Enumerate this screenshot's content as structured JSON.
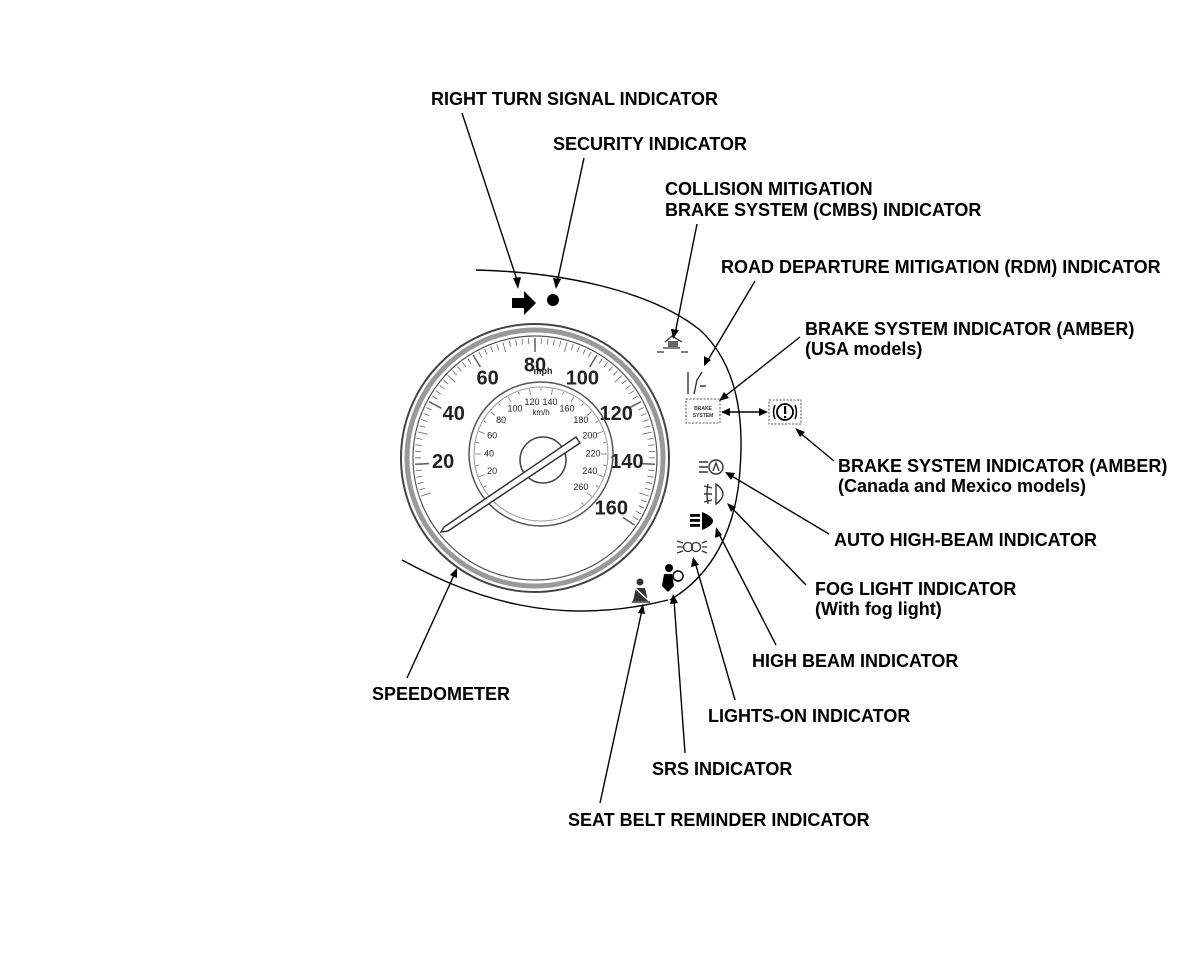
{
  "labels": {
    "right_turn": "RIGHT TURN SIGNAL INDICATOR",
    "security": "SECURITY INDICATOR",
    "cmbs_line1": "COLLISION MITIGATION",
    "cmbs_line2": "BRAKE SYSTEM (CMBS) INDICATOR",
    "rdm": "ROAD DEPARTURE MITIGATION (RDM) INDICATOR",
    "brake_usa_line1": "BRAKE SYSTEM INDICATOR (AMBER)",
    "brake_usa_line2": "(USA models)",
    "brake_can_line1": "BRAKE SYSTEM INDICATOR (AMBER)",
    "brake_can_line2": "(Canada and Mexico models)",
    "auto_high_beam": "AUTO HIGH-BEAM INDICATOR",
    "fog_line1": "FOG LIGHT INDICATOR",
    "fog_line2": "(With fog light)",
    "high_beam": "HIGH BEAM INDICATOR",
    "lights_on": "LIGHTS-ON INDICATOR",
    "srs": "SRS INDICATOR",
    "seat_belt": "SEAT BELT REMINDER INDICATOR",
    "speedometer": "SPEEDOMETER"
  },
  "gauge": {
    "mph_unit": "mph",
    "kmh_unit": "km/h",
    "mph_ticks": [
      "20",
      "40",
      "60",
      "80",
      "100",
      "120",
      "140",
      "160"
    ],
    "kmh_ticks": [
      "20",
      "40",
      "60",
      "80",
      "100",
      "120",
      "140",
      "160",
      "180",
      "200",
      "220",
      "240",
      "260"
    ],
    "brake_text_line1": "BRAKE",
    "brake_text_line2": "SYSTEM"
  }
}
